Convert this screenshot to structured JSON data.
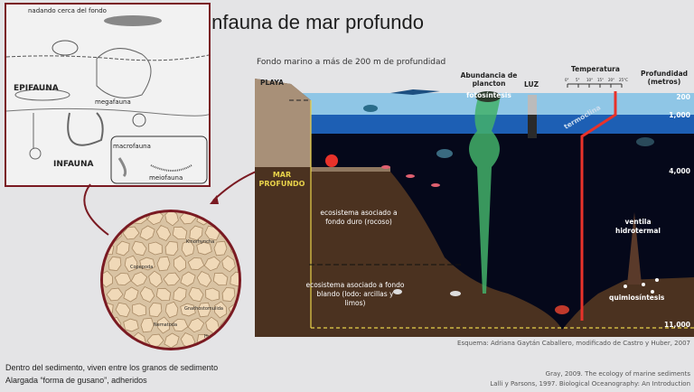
{
  "title": "Infauna de mar profundo",
  "subtitle": "Fondo marino a más de 200 m de profundidad",
  "inset": {
    "swimming_label": "nadando cerca del fondo",
    "epifauna": "EPIFAUNA",
    "megafauna": "megafauna",
    "infauna": "INFAUNA",
    "macrofauna": "macrofauna",
    "meiofauna": "meiofauna"
  },
  "sediment_circle": {
    "organisms": [
      "Kinorhyncha",
      "Copepoda",
      "Gnathostomulida",
      "Nematoda",
      "Hydra"
    ]
  },
  "diagram": {
    "playa": "PLAYA",
    "plankton_label": "Abundancia de plancton",
    "photosynthesis": "fotosíntesis",
    "light": "LUZ",
    "temperature": "Temperatura",
    "temperature_ticks": [
      "0°",
      "5°",
      "10°",
      "15°",
      "20°",
      "25°C"
    ],
    "depth_header": "Profundidad (metros)",
    "depths": [
      "200",
      "1,000",
      "4,000",
      "11,000"
    ],
    "thermocline": "termoclina",
    "deep_sea": "MAR PROFUNDO",
    "hard_bottom": "ecosistema asociado a fondo duro (rocoso)",
    "soft_bottom": "ecosistema asociado a fondo blando (lodo: arcillas y limos)",
    "vent": "ventila hidrotermal",
    "chemosynthesis": "quimiosíntesis",
    "colors": {
      "surface": "#8fc6e6",
      "mid": "#1d5fb4",
      "deep": "#05081a",
      "sediment": "#4b3220",
      "thermocline": "#e8322a",
      "highlight": "#e8d24a"
    }
  },
  "credit": "Esquema: Adriana Gaytán Caballero, modificado de Castro y Huber, 2007",
  "footer": {
    "line1": "Dentro del sedimento, viven entre los granos de sedimento",
    "line2": "Alargada “forma de gusano”, adheridos"
  },
  "references": [
    "Gray, 2009. The ecology of marine sediments",
    "Lalli y Parsons, 1997. Biological Oceanography: An Introduction"
  ]
}
